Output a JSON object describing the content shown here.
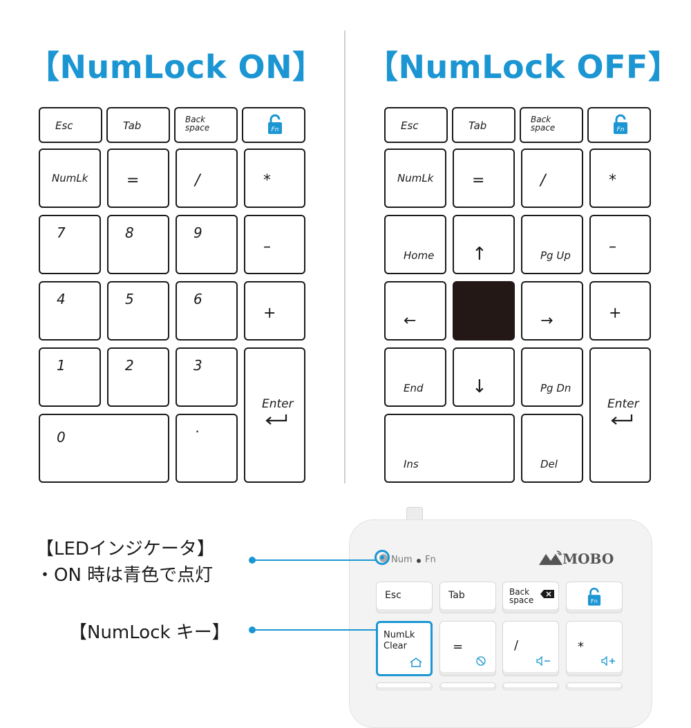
{
  "left_panel": {
    "title": "【NumLock ON】",
    "keys": {
      "esc": "Esc",
      "tab": "Tab",
      "backspace": "Back\nspace",
      "numlk": "NumLk",
      "equals": "=",
      "slash": "/",
      "star": "*",
      "k7": "7",
      "k8": "8",
      "k9": "9",
      "minus": "–",
      "k4": "4",
      "k5": "5",
      "k6": "6",
      "plus": "+",
      "k1": "1",
      "k2": "2",
      "k3": "3",
      "enter": "Enter",
      "k0": "0",
      "dot": "·"
    }
  },
  "right_panel": {
    "title": "【NumLock OFF】",
    "keys": {
      "esc": "Esc",
      "tab": "Tab",
      "backspace": "Back\nspace",
      "numlk": "NumLk",
      "equals": "=",
      "slash": "/",
      "star": "*",
      "home": "Home",
      "up": "↑",
      "pgup": "Pg Up",
      "minus": "–",
      "left": "←",
      "right": "→",
      "plus": "+",
      "end": "End",
      "down": "↓",
      "pgdn": "Pg Dn",
      "enter": "Enter",
      "ins": "Ins",
      "del": "Del"
    }
  },
  "annotations": {
    "led_title": "【LEDインジケータ】",
    "led_desc": "・ON 時は青色で点灯",
    "numlock_key": "【NumLock キー】"
  },
  "device": {
    "brand": "MOBO",
    "indicator_num": "Num",
    "indicator_fn": "Fn",
    "keys": {
      "esc": "Esc",
      "tab": "Tab",
      "backspace": "Back\nspace",
      "numlk": "NumLk\nClear",
      "equals": "=",
      "slash": "/",
      "star": "*"
    }
  },
  "colors": {
    "accent": "#1b96d3",
    "key_border": "#1a1a1a",
    "dark_key": "#231815"
  },
  "icons": [
    "lock-fn-icon",
    "enter-arrow-icon",
    "home-icon",
    "mute-icon",
    "volume-down-icon",
    "volume-up-icon",
    "backspace-x-icon",
    "mobo-logo-icon"
  ]
}
